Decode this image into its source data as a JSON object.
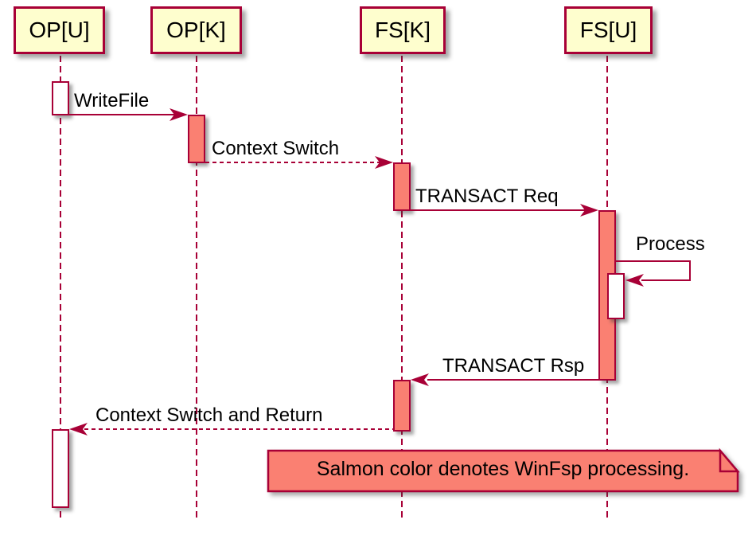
{
  "diagram": {
    "type": "sequence-diagram",
    "participants": [
      {
        "id": "op-u",
        "label": "OP[U]"
      },
      {
        "id": "op-k",
        "label": "OP[K]"
      },
      {
        "id": "fs-k",
        "label": "FS[K]"
      },
      {
        "id": "fs-u",
        "label": "FS[U]"
      }
    ],
    "messages": [
      {
        "label": "WriteFile",
        "from": "OP[U]",
        "to": "OP[K]",
        "line": "solid"
      },
      {
        "label": "Context Switch",
        "from": "OP[K]",
        "to": "FS[K]",
        "line": "dashed"
      },
      {
        "label": "TRANSACT Req",
        "from": "FS[K]",
        "to": "FS[U]",
        "line": "solid"
      },
      {
        "label": "Process",
        "from": "FS[U]",
        "to": "FS[U]",
        "line": "solid",
        "self_message": true
      },
      {
        "label": "TRANSACT Rsp",
        "from": "FS[U]",
        "to": "FS[K]",
        "line": "solid"
      },
      {
        "label": "Context Switch and Return",
        "from": "FS[K]",
        "to": "OP[U]",
        "line": "dashed"
      }
    ],
    "note": {
      "text": "Salmon color denotes WinFsp processing."
    },
    "colors": {
      "line": "#A80036",
      "salmon": "#FA8072",
      "participant_fill": "#FEFECE",
      "text": "#000000",
      "background": "#FFFFFF"
    }
  }
}
